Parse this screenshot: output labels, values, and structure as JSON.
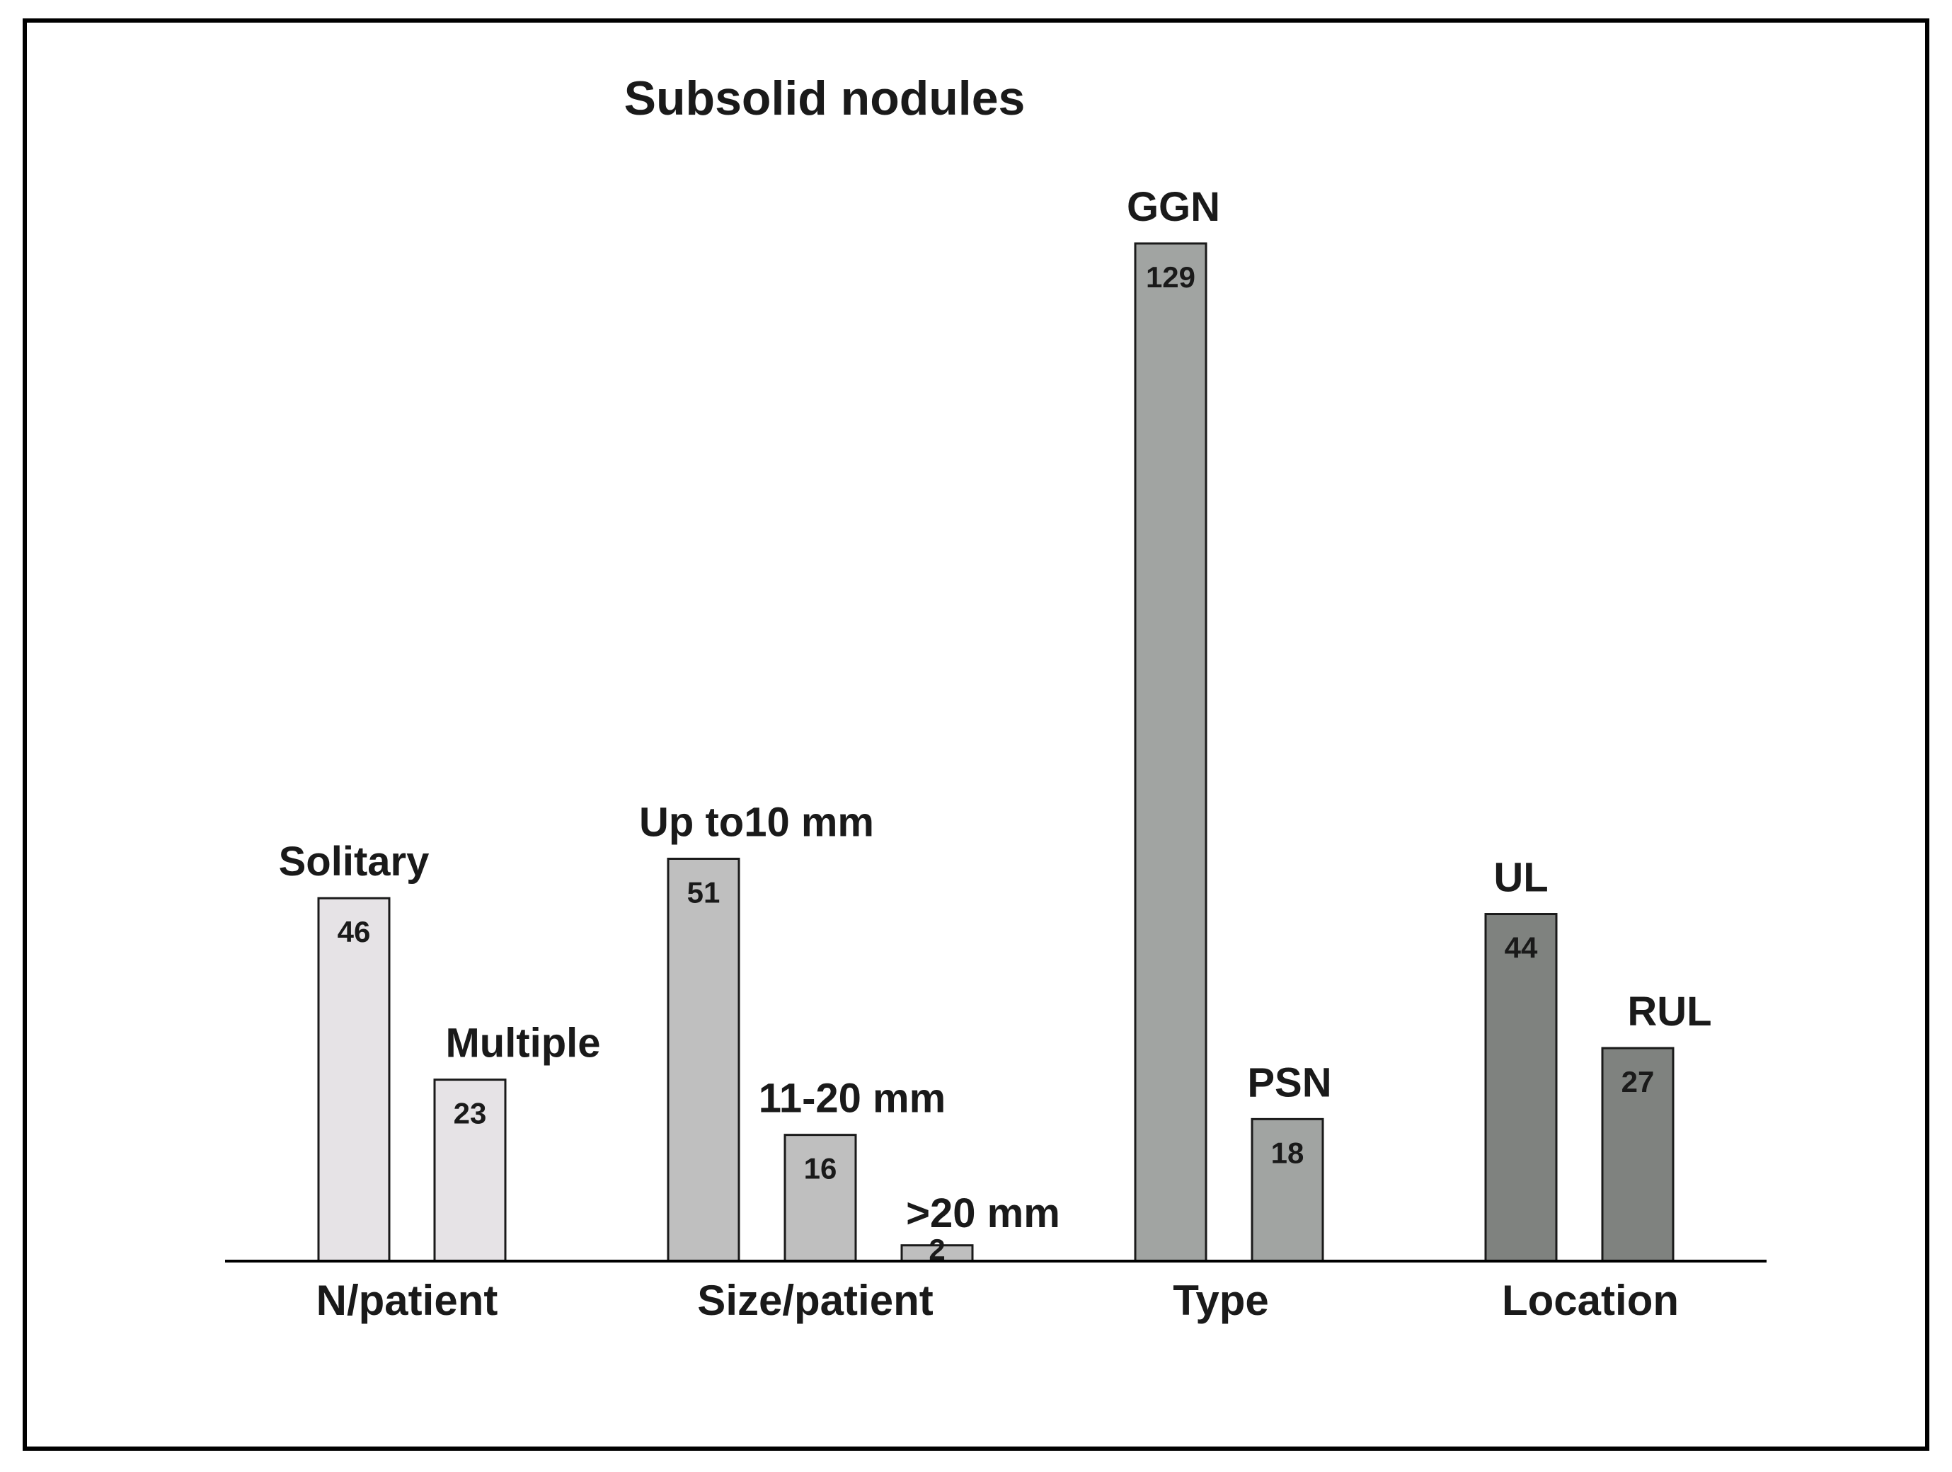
{
  "chart_data": {
    "type": "bar",
    "title": "Subsolid nodules",
    "xlabel": "",
    "ylabel": "",
    "ylim": [
      0,
      129
    ],
    "grid": false,
    "legend": "none",
    "groups": [
      {
        "name": "N/patient",
        "color": "#e6e3e6",
        "bars": [
          {
            "label": "Solitary",
            "value": 46
          },
          {
            "label": "Multiple",
            "value": 23
          }
        ]
      },
      {
        "name": "Size/patient",
        "color": "#bfbfbf",
        "bars": [
          {
            "label": "Up to10 mm",
            "value": 51
          },
          {
            "label": "11-20 mm",
            "value": 16
          },
          {
            "label": ">20 mm",
            "value": 2
          }
        ]
      },
      {
        "name": "Type",
        "color": "#a1a4a2",
        "bars": [
          {
            "label": "GGN",
            "value": 129
          },
          {
            "label": "PSN",
            "value": 18
          }
        ]
      },
      {
        "name": "Location",
        "color": "#7f827f",
        "bars": [
          {
            "label": "UL",
            "value": 44
          },
          {
            "label": "RUL",
            "value": 27
          }
        ]
      }
    ]
  }
}
